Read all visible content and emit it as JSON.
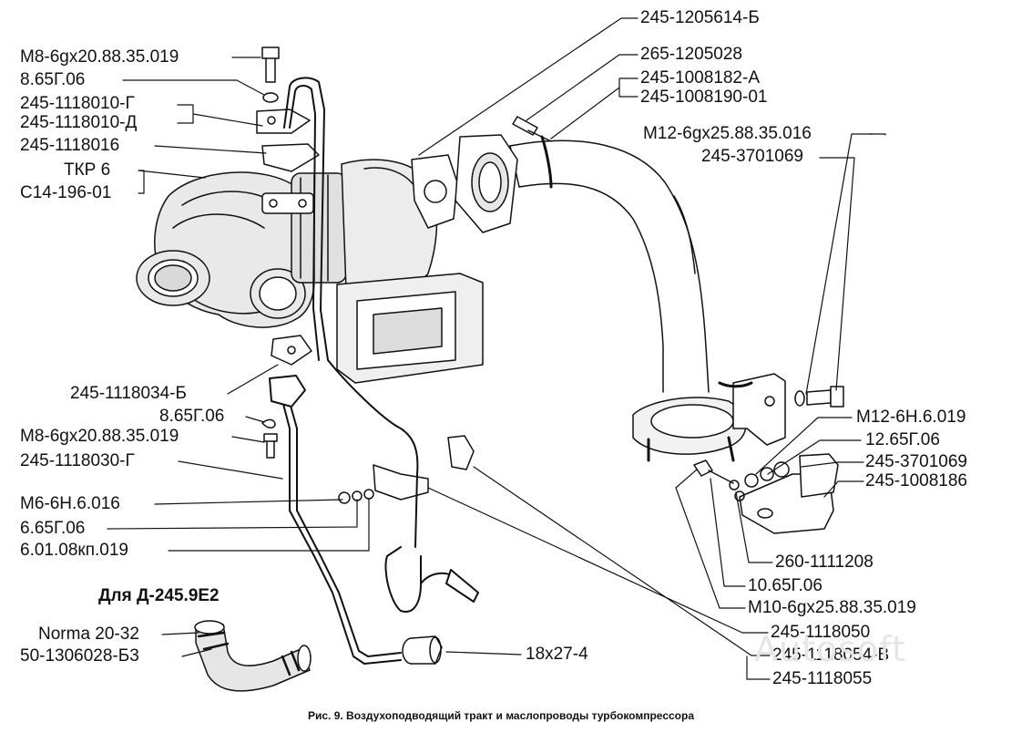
{
  "labels": {
    "l_245_1205614_B": "245-1205614-Б",
    "l_265_1205028": "265-1205028",
    "l_245_1008182_A": "245-1008182-А",
    "l_245_1008190_01": "245-1008190-01",
    "l_m12_25": "М12-6gх25.88.35.016",
    "l_245_3701069_top": "245-3701069",
    "l_m8_20_top": "М8-6gх20.88.35.019",
    "l_8_65_top": "8.65Г.06",
    "l_245_1118010_G": "245-1118010-Г",
    "l_245_1118010_D": "245-1118010-Д",
    "l_245_1118016": "245-1118016",
    "l_tkr6": "ТКР 6",
    "l_c14": "С14-196-01",
    "l_245_1118034_B": "245-1118034-Б",
    "l_8_65_mid": "8.65Г.06",
    "l_m8_20_mid": "М8-6gх20.88.35.019",
    "l_245_1118030_G": "245-1118030-Г",
    "l_m6": "М6-6Н.6.016",
    "l_6_65": "6.65Г.06",
    "l_6_01": "6.01.08кп.019",
    "l_m12_6n": "М12-6Н.6.019",
    "l_12_65": "12.65Г.06",
    "l_245_3701069_bot": "245-3701069",
    "l_245_1008186": "245-1008186",
    "l_260_1111208": "260-1111208",
    "l_10_65": "10.65Г.06",
    "l_m10_25": "М10-6gх25.88.35.019",
    "l_245_1118050": "245-1118050",
    "l_245_1118054_V": "245-1118054-В",
    "l_245_1118055": "245-1118055",
    "l_18x27": "18х27-4",
    "l_norma": "Norma 20-32",
    "l_50_1306028": "50-1306028-Б3"
  },
  "section_title": "Для Д-245.9Е2",
  "caption": "Рис. 9. Воздухоподводящий тракт и маслопроводы турбокомпрессора",
  "watermark": "Autosoft"
}
